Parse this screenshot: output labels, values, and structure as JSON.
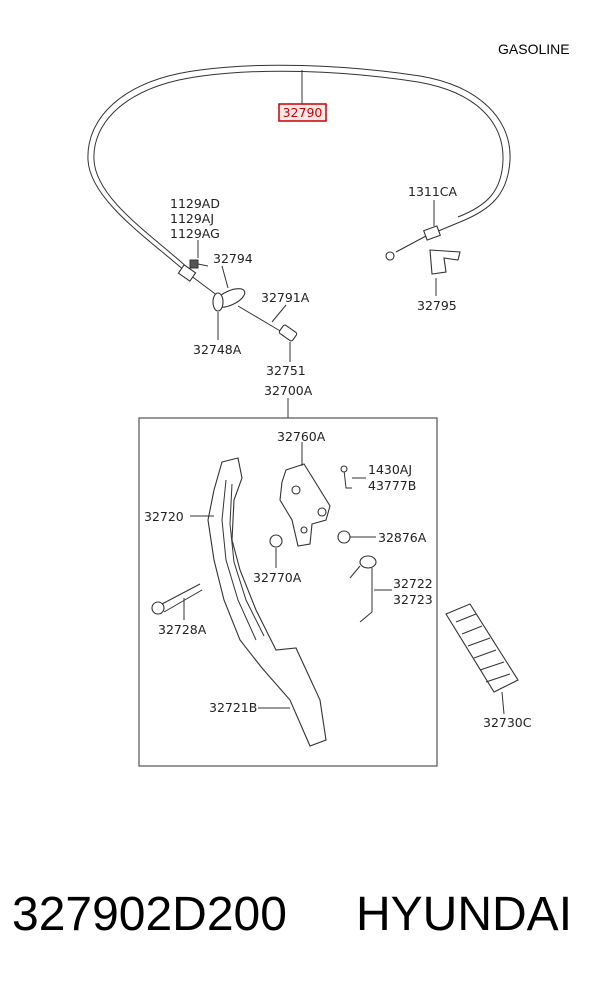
{
  "header": {
    "variant": "GASOLINE"
  },
  "highlight": {
    "part": "32790",
    "color": "#cc0000"
  },
  "labels": {
    "p1129AD": "1129AD",
    "p1129AJ": "1129AJ",
    "p1129AG": "1129AG",
    "p32794": "32794",
    "p32791A": "32791A",
    "p32748A": "32748A",
    "p32751": "32751",
    "p32700A": "32700A",
    "p1311CA": "1311CA",
    "p32795": "32795",
    "p32760A": "32760A",
    "p1430AJ": "1430AJ",
    "p43777B": "43777B",
    "p32720": "32720",
    "p32876A": "32876A",
    "p32770A": "32770A",
    "p32722": "32722",
    "p32723": "32723",
    "p32728A": "32728A",
    "p32721B": "32721B",
    "p32730C": "32730C"
  },
  "footer": {
    "part_number": "327902D200",
    "brand": "HYUNDAI"
  }
}
